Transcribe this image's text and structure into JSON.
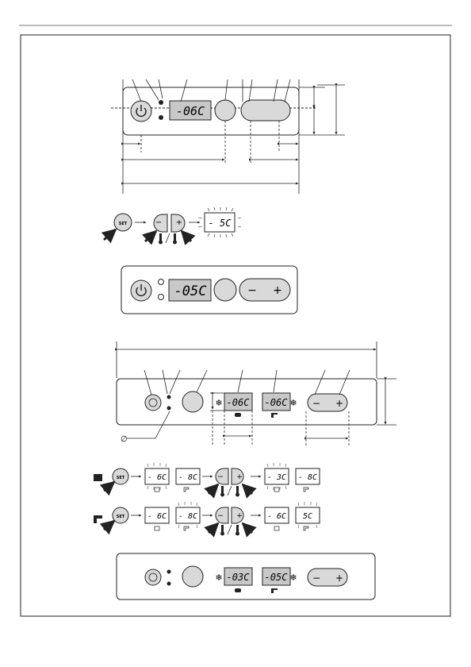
{
  "panel1": {
    "display": "-06C",
    "minus": "−",
    "plus": "+"
  },
  "steps1": {
    "set": "SET",
    "minus": "−",
    "plus": "+",
    "result": "- 5C"
  },
  "panel2": {
    "display": "-05C",
    "minus": "−",
    "plus": "+"
  },
  "panel3": {
    "display_left": "-06C",
    "display_right": "-06C",
    "minus": "−",
    "plus": "+",
    "diameter": "∅"
  },
  "stepsA": {
    "set": "SET",
    "d1": "- 6C",
    "d2": "- 8C",
    "minus": "−",
    "plus": "+",
    "r1": "- 3C",
    "r2": "- 8C"
  },
  "stepsB": {
    "set": "SET",
    "d1": "- 6C",
    "d2": "- 8C",
    "minus": "−",
    "plus": "+",
    "r1": "- 6C",
    "r2": "5C"
  },
  "panel4": {
    "display_left": "-03C",
    "display_right": "-05C",
    "minus": "−",
    "plus": "+"
  },
  "colors": {
    "stroke": "#222222",
    "panel_fill": "#ffffff",
    "button_fill": "#d9d9d9",
    "display_fill": "#c8c8c8"
  }
}
